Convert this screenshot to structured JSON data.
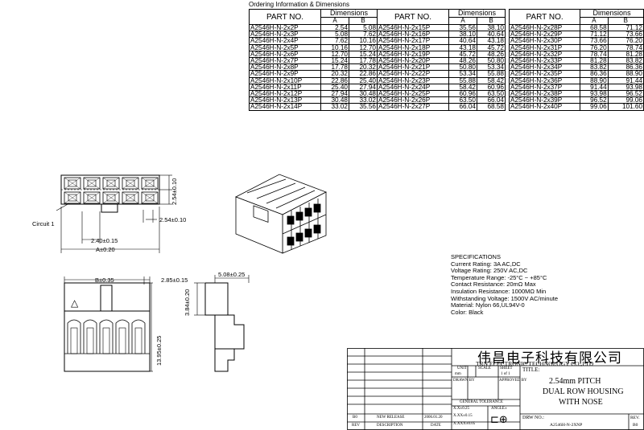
{
  "ordering": {
    "title": "Ordering Information & Dimensions",
    "col_part": "PART NO.",
    "col_dims": "Dimensions",
    "col_a": "A",
    "col_b": "B",
    "rows": [
      [
        "A2546H-N-2x2P",
        "2.54",
        "5.08",
        "A2546H-N-2x15P",
        "35.56",
        "38.10",
        "A2546H-N-2x28P",
        "68.58",
        "71.12"
      ],
      [
        "A2546H-N-2x3P",
        "5.08",
        "7.62",
        "A2546H-N-2x16P",
        "38.10",
        "40.64",
        "A2546H-N-2x29P",
        "71.12",
        "73.66"
      ],
      [
        "A2546H-N-2x4P",
        "7.62",
        "10.16",
        "A2546H-N-2x17P",
        "40.64",
        "43.18",
        "A2546H-N-2x30P",
        "73.66",
        "76.20"
      ],
      [
        "A2546H-N-2x5P",
        "10.16",
        "12.70",
        "A2546H-N-2x18P",
        "43.18",
        "45.72",
        "A2546H-N-2x31P",
        "76.20",
        "78.74"
      ],
      [
        "A2546H-N-2x6P",
        "12.70",
        "15.24",
        "A2546H-N-2x19P",
        "45.72",
        "48.26",
        "A2546H-N-2x32P",
        "78.74",
        "81.28"
      ],
      [
        "A2546H-N-2x7P",
        "15.24",
        "17.78",
        "A2546H-N-2x20P",
        "48.26",
        "50.80",
        "A2546H-N-2x33P",
        "81.28",
        "83.82"
      ],
      [
        "A2546H-N-2x8P",
        "17.78",
        "20.32",
        "A2546H-N-2x21P",
        "50.80",
        "53.34",
        "A2546H-N-2x34P",
        "83.82",
        "86.36"
      ],
      [
        "A2546H-N-2x9P",
        "20.32",
        "22.86",
        "A2546H-N-2x22P",
        "53.34",
        "55.88",
        "A2546H-N-2x35P",
        "86.36",
        "88.90"
      ],
      [
        "A2546H-N-2x10P",
        "22.86",
        "25.40",
        "A2546H-N-2x23P",
        "55.88",
        "58.42",
        "A2546H-N-2x36P",
        "88.90",
        "91.44"
      ],
      [
        "A2546H-N-2x11P",
        "25.40",
        "27.94",
        "A2546H-N-2x24P",
        "58.42",
        "60.96",
        "A2546H-N-2x37P",
        "91.44",
        "93.98"
      ],
      [
        "A2546H-N-2x12P",
        "27.94",
        "30.48",
        "A2546H-N-2x25P",
        "60.96",
        "63.50",
        "A2546H-N-2x38P",
        "93.98",
        "96.52"
      ],
      [
        "A2546H-N-2x13P",
        "30.48",
        "33.02",
        "A2546H-N-2x26P",
        "63.50",
        "66.04",
        "A2546H-N-2x39P",
        "96.52",
        "99.06"
      ],
      [
        "A2546H-N-2x14P",
        "33.02",
        "35.56",
        "A2546H-N-2x27P",
        "66.04",
        "68.58",
        "A2546H-N-2x40P",
        "99.06",
        "101.60"
      ]
    ]
  },
  "drawing": {
    "circuit_label": "Circuit 1",
    "dim_254_v": "2.54±0.10",
    "dim_254_h": "2.54±0.10",
    "dim_240": "2.40±0.15",
    "dim_a": "A±0.20",
    "dim_b": "B±0.35",
    "dim_285": "2.85±0.15",
    "dim_508": "5.08±0.25",
    "dim_384": "3.84±0.20",
    "dim_1395": "13.95±0.25",
    "triangle": "△"
  },
  "specs": {
    "heading": "SPECIFICATIONS",
    "lines": [
      "Current Rating: 3A AC,DC",
      "Voltage Rating: 250V AC,DC",
      "Temperature Range: -25°C ~ +85°C",
      "Contact Resistance: 20mΩ Max",
      "Insulation Resistance: 1000MΩ Min",
      "Withstanding Voltage: 1500V AC/minute",
      "Material: Nylon 66,UL94V-0",
      "Color: Black"
    ]
  },
  "title_block": {
    "company_cn": "伟昌电子科技有限公司",
    "company_en": "TRN ELECTRONIC TECHNOLOGY CO.,LTD",
    "unit_label": "UNIT",
    "unit_value": "mm",
    "scale_label": "SCALE",
    "sheet_label": "SHEET",
    "sheet_value": "1 of 1",
    "title_label": "TITLE:",
    "title_line1": "2.54mm PITCH",
    "title_line2": "DUAL ROW HOUSING",
    "title_line3": "WITH NOSE",
    "drawn_by": "DRAWN BY",
    "approved_by": "APPROVED BY",
    "general_tolerance": "GENERAL TOLERANCE",
    "tol_1": "X.X±0.25",
    "tol_2": "X.XX±0.15",
    "tol_3": "X.XXX±0.05",
    "angle": "ANGLE±",
    "rev_code": "B0",
    "rev_desc": "NEW RELEASE",
    "rev_date": "2006.01.20",
    "hdr_rev": "REV",
    "hdr_desc": "DESCRIPTION",
    "hdr_date": "DATE",
    "drw_no_label": "DRW NO.:",
    "drw_no": "A2546H-N-2XNP",
    "rev_label": "REV.",
    "rev_value": "B0"
  }
}
